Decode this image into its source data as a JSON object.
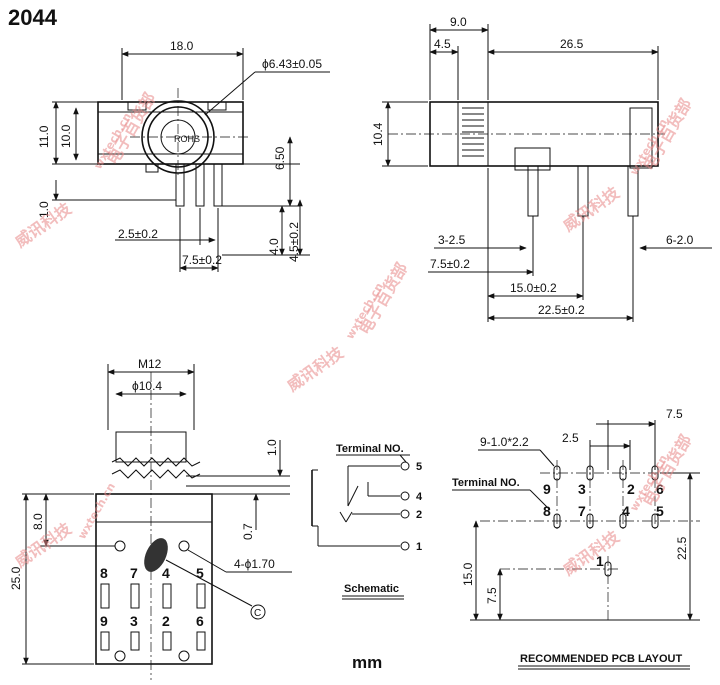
{
  "part_number": "2044",
  "unit_label": "mm",
  "front_view": {
    "width": "18.0",
    "diameter": "ϕ6.43±0.05",
    "height_outer": "11.0",
    "height_inner": "10.0",
    "bottom_gap": "1.0",
    "center_height": "6.50",
    "pin_len_a": "4.0",
    "pin_len_b": "4.5±0.2",
    "pin_pitch_a": "2.5±0.2",
    "pin_pitch_b": "7.5±0.2"
  },
  "side_view": {
    "dim_9": "9.0",
    "dim_4_5": "4.5",
    "dim_26_5": "26.5",
    "height": "10.4",
    "dim_3_2_5": "3-2.5",
    "dim_6_2_0": "6-2.0",
    "dim_7_5": "7.5±0.2",
    "dim_15": "15.0±0.2",
    "dim_22_5": "22.5±0.2"
  },
  "bottom_view": {
    "thread": "M12",
    "diameter": "ϕ10.4",
    "dim_1_0": "1.0",
    "dim_8_0": "8.0",
    "dim_0_7": "0.7",
    "dim_25_0": "25.0",
    "holes": "4-ϕ1.70",
    "terminal_numbers": [
      "8",
      "7",
      "4",
      "5",
      "9",
      "3",
      "2",
      "6"
    ],
    "callout": "C"
  },
  "schematic": {
    "header": "Terminal NO.",
    "terminals": [
      "5",
      "4",
      "2",
      "1"
    ],
    "caption": "Schematic"
  },
  "pcb_layout": {
    "dim_7_5": "7.5",
    "dim_2_5": "2.5",
    "hole_spec": "9-1.0*2.2",
    "terminal_label": "Terminal NO.",
    "pads": [
      "9",
      "3",
      "2",
      "6",
      "8",
      "7",
      "4",
      "5",
      "1"
    ],
    "dim_15": "15.0",
    "dim_7_5_v": "7.5",
    "dim_22_5": "22.5",
    "caption": "RECOMMENDED PCB LAYOUT"
  },
  "watermark": {
    "brand_cn": "威讯科技",
    "url": "wxtech.cn",
    "shop_cn": "电子百货部",
    "color": "#e05050"
  }
}
